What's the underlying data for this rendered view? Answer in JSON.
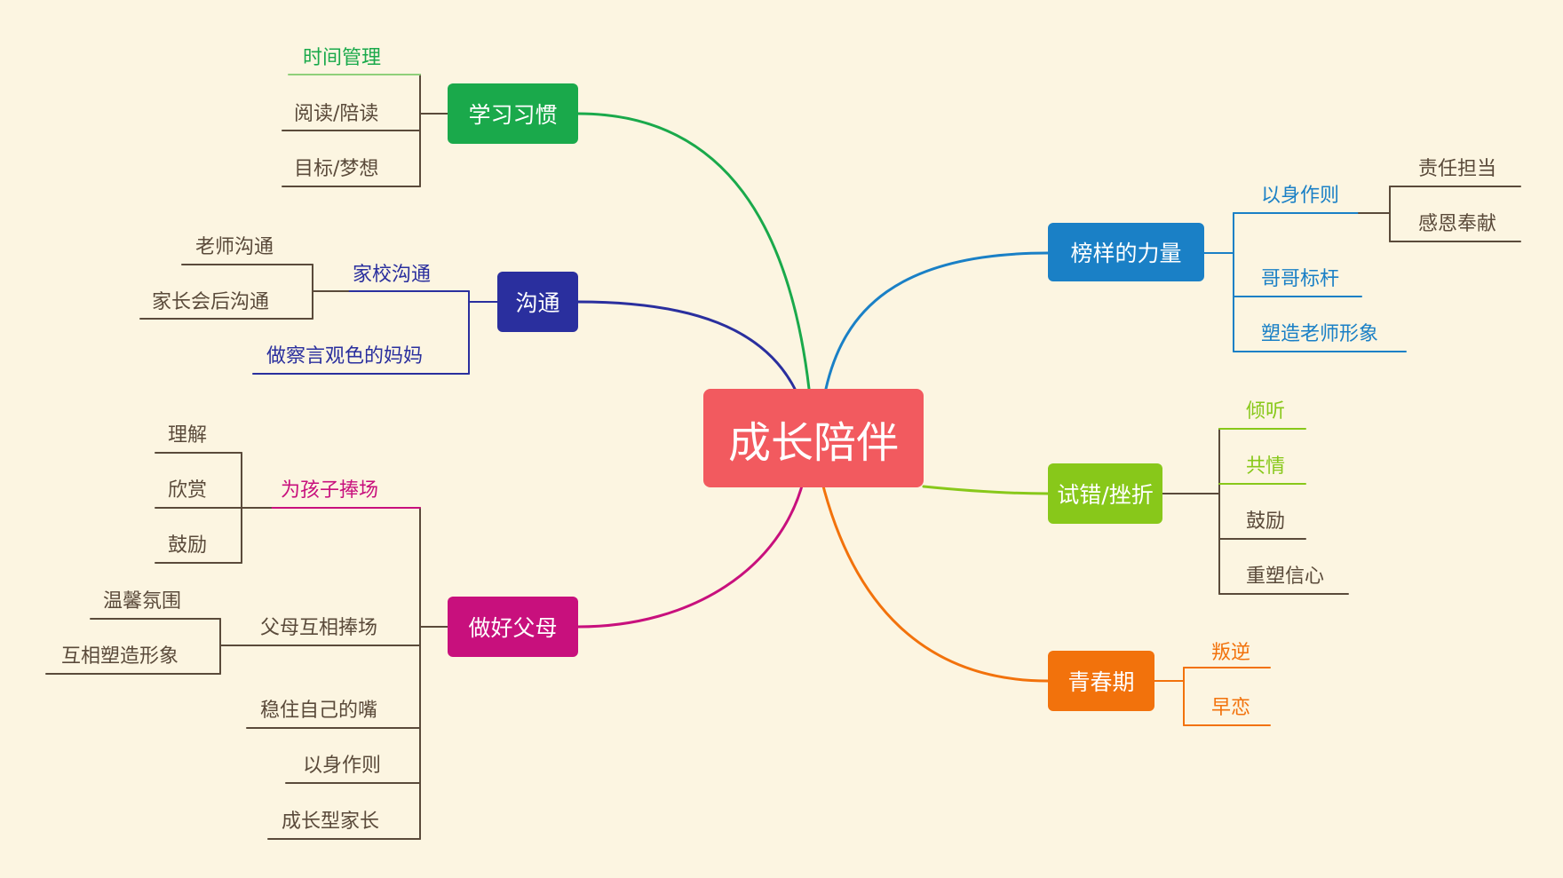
{
  "colors": {
    "background": "#fcf5e1",
    "root": "#f25a5f",
    "xuexi": "#1aa94b",
    "goutong": "#2a2f9e",
    "fumu": "#c8107d",
    "bangyang": "#1a80c6",
    "shicuo": "#88c81a",
    "qingchun": "#f2720c",
    "brown": "#5a4a3a",
    "light_green": "#8fd07a"
  },
  "mindmap": {
    "root": "成长陪伴",
    "xuexi": {
      "title": "学习习惯",
      "time": "时间管理",
      "reading": "阅读/陪读",
      "goal": "目标/梦想"
    },
    "goutong": {
      "title": "沟通",
      "jiaxiao": "家校沟通",
      "teacher": "老师沟通",
      "parentmeeting": "家长会后沟通",
      "observe": "做察言观色的妈妈"
    },
    "fumu": {
      "title": "做好父母",
      "support": "为孩子捧场",
      "understand": "理解",
      "appreciate": "欣赏",
      "encourage": "鼓励",
      "mutual": "父母互相捧场",
      "warm": "温馨氛围",
      "shape": "互相塑造形象",
      "mouth": "稳住自己的嘴",
      "example": "以身作则",
      "growth": "成长型家长"
    },
    "bangyang": {
      "title": "榜样的力量",
      "example": "以身作则",
      "duty": "责任担当",
      "grateful": "感恩奉献",
      "brother": "哥哥标杆",
      "teacher": "塑造老师形象"
    },
    "shicuo": {
      "title": "试错/挫折",
      "listen": "倾听",
      "empathy": "共情",
      "encourage": "鼓励",
      "confidence": "重塑信心"
    },
    "qingchun": {
      "title": "青春期",
      "rebel": "叛逆",
      "love": "早恋"
    }
  }
}
